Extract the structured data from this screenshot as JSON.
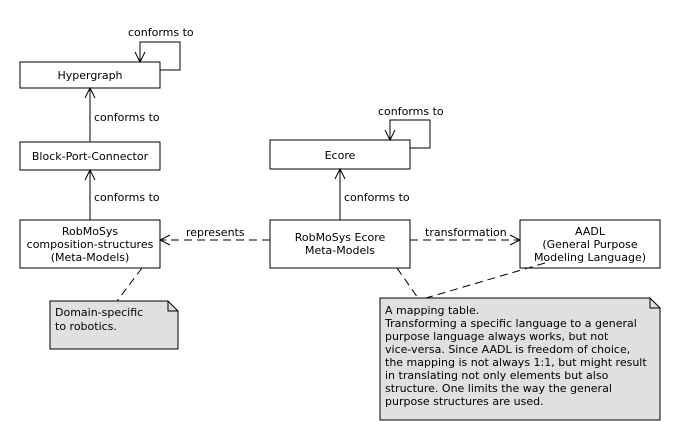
{
  "diagram": {
    "nodes": {
      "hypergraph": "Hypergraph",
      "bpc": "Block-Port-Connector",
      "robmosys_cs": [
        "RobMoSys",
        "composition-structures",
        "(Meta-Models)"
      ],
      "ecore": "Ecore",
      "robmosys_ecore": [
        "RobMoSys Ecore",
        "Meta-Models"
      ],
      "aadl": [
        "AADL",
        "(General Purpose",
        "Modeling Language)"
      ]
    },
    "edges": {
      "hypergraph_self": "conforms to",
      "bpc_to_hypergraph": "conforms to",
      "cs_to_bpc": "conforms to",
      "ecore_self": "conforms to",
      "rme_to_ecore": "conforms to",
      "represents": "represents",
      "transformation": "transformation"
    },
    "notes": {
      "domain": [
        "Domain-specific",
        "to robotics."
      ],
      "mapping": [
        "A mapping table.",
        "Transforming a specific language to a general",
        "purpose language always works, but not",
        "vice-versa. Since AADL is freedom of choice,",
        "the mapping is not always 1:1, but might result",
        "in translating not only elements but also",
        "structure. One limits the way the general",
        "purpose structures are used."
      ]
    }
  }
}
